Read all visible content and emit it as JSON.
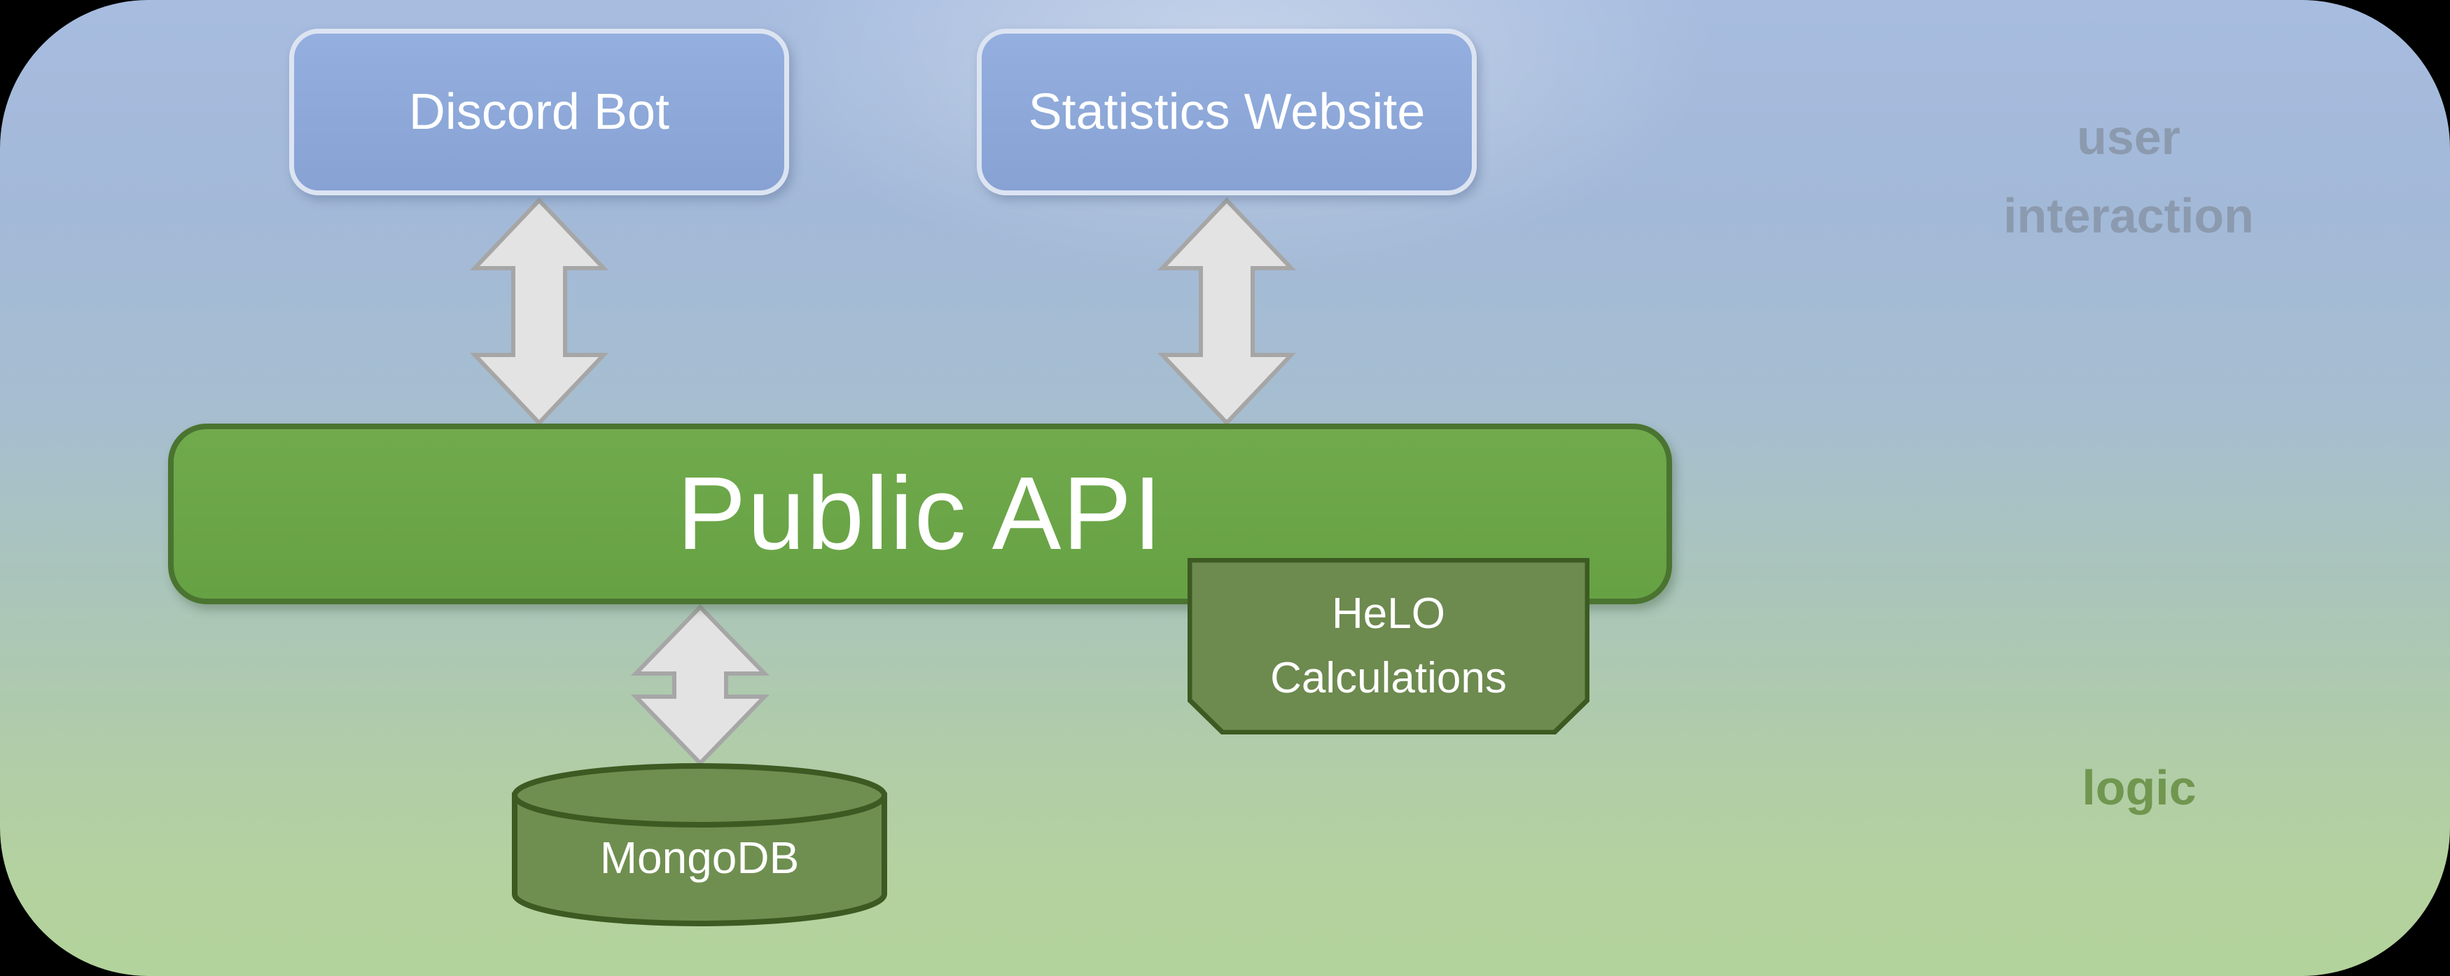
{
  "slide": {
    "type": "architecture-diagram",
    "region_labels": {
      "user_interaction": {
        "line1": "user",
        "line2": "interaction"
      },
      "logic": {
        "text": "logic"
      }
    }
  },
  "nodes": {
    "discord_bot": {
      "label": "Discord Bot"
    },
    "statistics_website": {
      "label": "Statistics Website"
    },
    "public_api": {
      "label": "Public API"
    },
    "helo_calculations": {
      "line1": "HeLO",
      "line2": "Calculations"
    },
    "mongodb": {
      "label": "MongoDB"
    }
  },
  "connectors": [
    {
      "name": "discord-bot__public-api",
      "type": "double-headed-vertical-arrow"
    },
    {
      "name": "statistics-website__public-api",
      "type": "double-headed-vertical-arrow"
    },
    {
      "name": "public-api__mongodb",
      "type": "double-headed-vertical-arrow"
    }
  ],
  "colors": {
    "outside": "#000000",
    "bg_top": "#a7bcdf",
    "bg_mid": "#a6bed0",
    "bg_bottom": "#b4d29f",
    "blue_fill_top": "#94afdf",
    "blue_fill_bottom": "#87a2d3",
    "blue_border": "#dce4f2",
    "green_fill_top": "#70aa4d",
    "green_fill_bottom": "#66a143",
    "green_border": "#4a7430",
    "olive_fill": "#6d8a4f",
    "olive_fill2": "#6f8f50",
    "olive_border": "#3c5a22",
    "arrow_fill": "#e3e3e3",
    "arrow_stroke": "#a6a6a6",
    "label_blue_gray": "#8b9aae",
    "label_green": "#70964f",
    "text_white": "#ffffff"
  }
}
